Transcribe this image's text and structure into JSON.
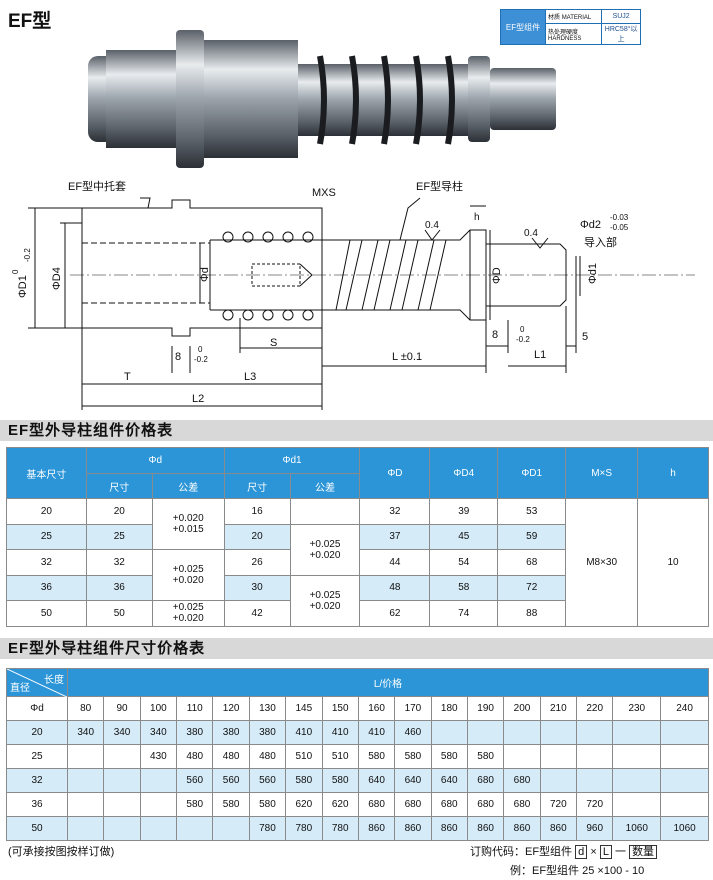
{
  "page": {
    "title": "EF型",
    "material": {
      "group_label": "EF型组件",
      "row1_label": "材质",
      "row1_sub": "MATERIAL",
      "row1_value": "SUJ2",
      "row2_label": "热处理硬度",
      "row2_sub": "HARDNESS",
      "row2_value": "HRC58°以上"
    }
  },
  "drawing": {
    "labels": {
      "sleeve": "EF型中托套",
      "pillar": "EF型导柱",
      "mxs": "MXS",
      "h": "h",
      "d2": "Φd2",
      "d2_tol_up": "-0.03",
      "d2_tol_low": "-0.05",
      "guide": "导入部",
      "rough1": "0.4",
      "rough2": "0.4",
      "D1": "ΦD1",
      "D1_tol_up": "0",
      "D1_tol_low": "-0.2",
      "D4": "ΦD4",
      "d": "Φd",
      "D": "ΦD",
      "d1": "Φd1",
      "dim8a": "8",
      "dim8a_up": "0",
      "dim8a_low": "-0.2",
      "dim8b": "8",
      "dim8b_up": "0",
      "dim8b_low": "-0.2",
      "S": "S",
      "L": "L ±0.1",
      "L1": "L1",
      "five": "5",
      "T": "T",
      "L3": "L3",
      "L2": "L2"
    }
  },
  "price_table": {
    "heading": "EF型外导柱组件价格表",
    "headers": {
      "base": "基本尺寸",
      "phi_d": "Φd",
      "phi_d1": "Φd1",
      "size": "尺寸",
      "tol": "公差",
      "phi_D": "ΦD",
      "phi_D4": "ΦD4",
      "phi_D1": "ΦD1",
      "mxs": "M×S",
      "h": "h"
    },
    "rows": [
      {
        "base": "20",
        "d": "20",
        "d1": "16",
        "D": "32",
        "D4": "39",
        "D1": "53"
      },
      {
        "base": "25",
        "d": "25",
        "d1": "20",
        "D": "37",
        "D4": "45",
        "D1": "59"
      },
      {
        "base": "32",
        "d": "32",
        "d1": "26",
        "D": "44",
        "D4": "54",
        "D1": "68"
      },
      {
        "base": "36",
        "d": "36",
        "d1": "30",
        "D": "48",
        "D4": "58",
        "D1": "72"
      },
      {
        "base": "50",
        "d": "50",
        "d1": "42",
        "D": "62",
        "D4": "74",
        "D1": "88"
      }
    ],
    "d_tol": [
      {
        "up": "+0.020",
        "low": "+0.015"
      },
      {
        "up": "+0.025",
        "low": "+0.020"
      },
      {
        "up": "+0.025",
        "low": "+0.020"
      }
    ],
    "d1_tol": [
      {
        "up": "+0.025",
        "low": "+0.020"
      },
      {
        "up": "+0.025",
        "low": "+0.020"
      }
    ],
    "mxs_value": "M8×30",
    "h_value": "10"
  },
  "size_table": {
    "heading": "EF型外导柱组件尺寸价格表",
    "corner_top": "长度",
    "corner_bottom": "直径",
    "span_label": "L/价格",
    "row_label": "Φd",
    "lengths": [
      "80",
      "90",
      "100",
      "110",
      "120",
      "130",
      "145",
      "150",
      "160",
      "170",
      "180",
      "190",
      "200",
      "210",
      "220",
      "230",
      "240"
    ],
    "rows": [
      {
        "d": "20",
        "prices": [
          "340",
          "340",
          "340",
          "380",
          "380",
          "380",
          "410",
          "410",
          "410",
          "460",
          "",
          "",
          "",
          "",
          "",
          "",
          ""
        ]
      },
      {
        "d": "25",
        "prices": [
          "",
          "",
          "430",
          "480",
          "480",
          "480",
          "510",
          "510",
          "580",
          "580",
          "580",
          "580",
          "",
          "",
          "",
          "",
          ""
        ]
      },
      {
        "d": "32",
        "prices": [
          "",
          "",
          "",
          "560",
          "560",
          "560",
          "580",
          "580",
          "640",
          "640",
          "640",
          "680",
          "680",
          "",
          "",
          "",
          ""
        ]
      },
      {
        "d": "36",
        "prices": [
          "",
          "",
          "",
          "580",
          "580",
          "580",
          "620",
          "620",
          "680",
          "680",
          "680",
          "680",
          "680",
          "720",
          "720",
          "",
          ""
        ]
      },
      {
        "d": "50",
        "prices": [
          "",
          "",
          "",
          "",
          "",
          "780",
          "780",
          "780",
          "860",
          "860",
          "860",
          "860",
          "860",
          "860",
          "960",
          "1060",
          "1060"
        ]
      }
    ]
  },
  "footer": {
    "note": "(可承接按图按样订做)",
    "order_label": "订购代码：EF型组件",
    "order_d": "d",
    "order_x": "×",
    "order_L": "L",
    "order_dash": "一",
    "order_qty": "数量",
    "example": "例：EF型组件  25  ×100 - 10"
  }
}
